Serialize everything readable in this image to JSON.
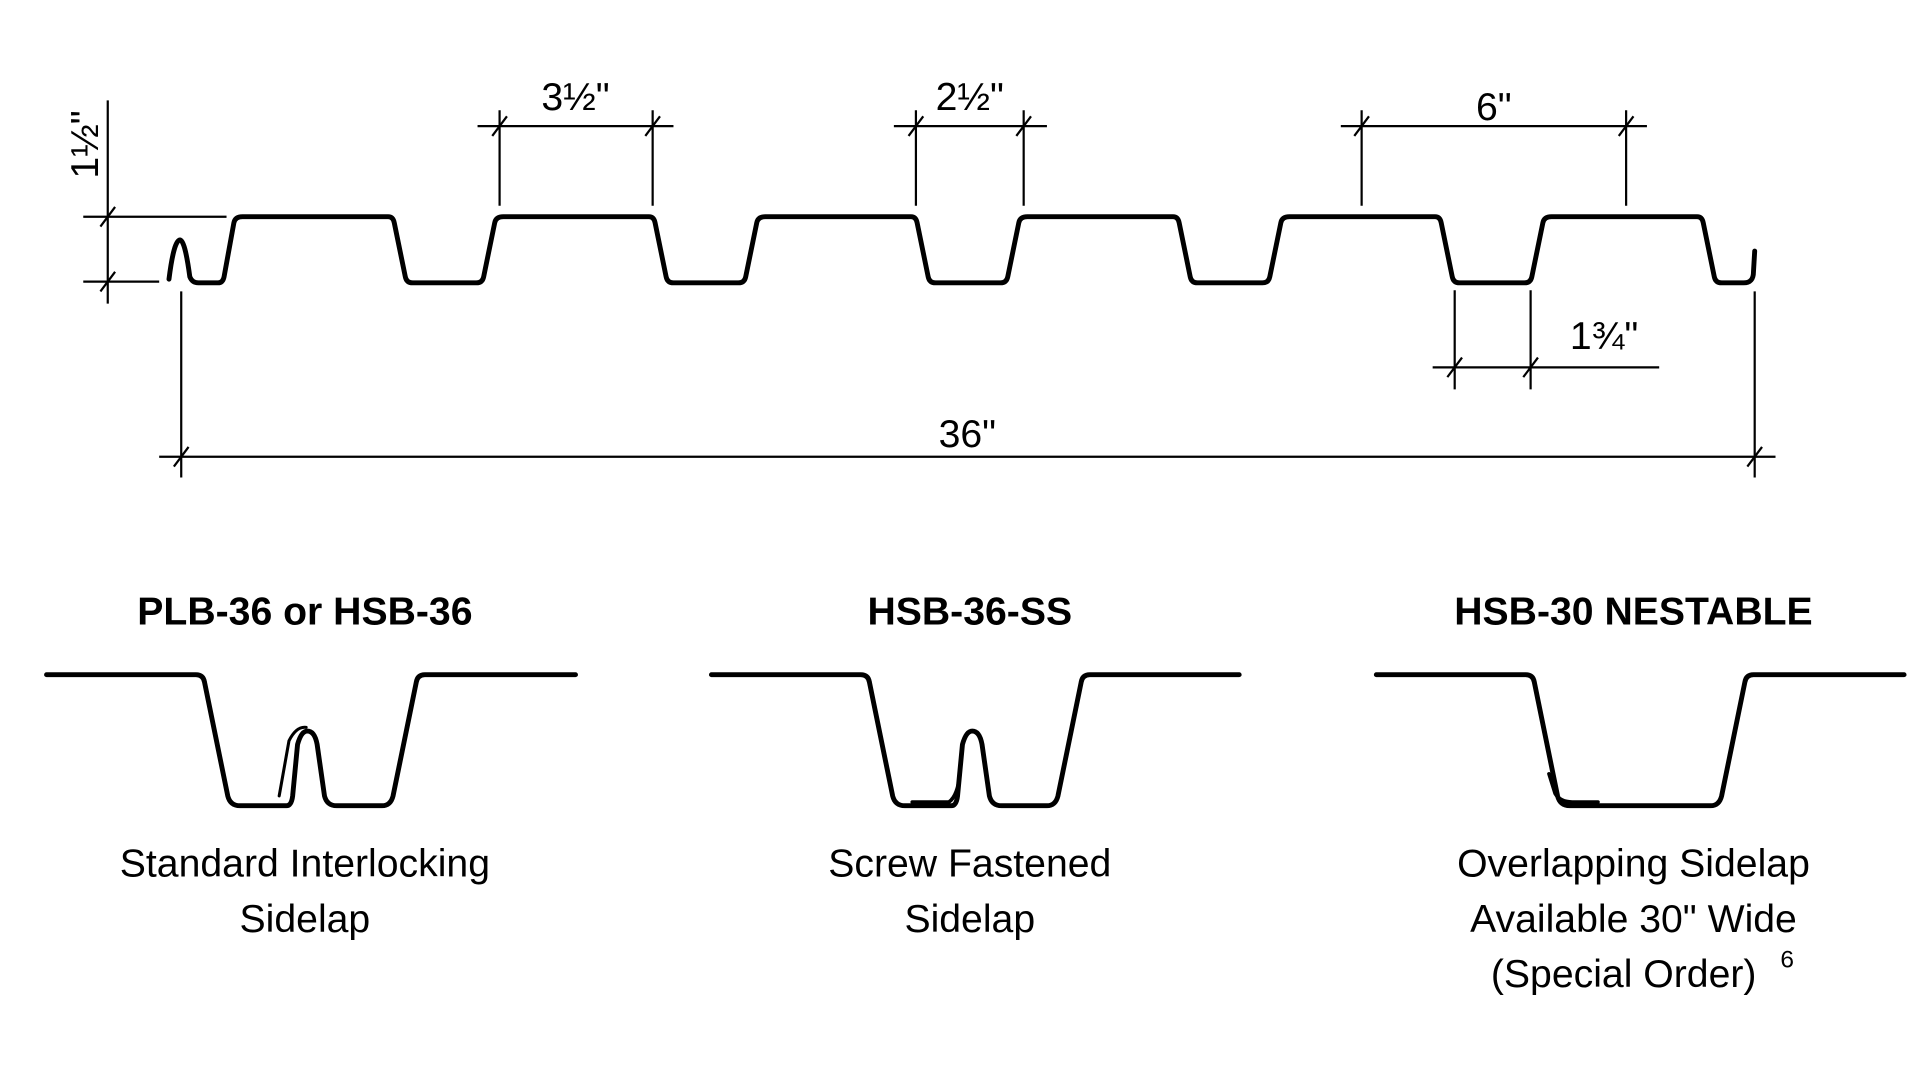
{
  "dimensions": {
    "height": "1½\"",
    "top_flange": "3½\"",
    "rib_opening": "2½\"",
    "pitch": "6\"",
    "bottom_flange": "1¾\"",
    "cover_width": "36\""
  },
  "sidelaps": [
    {
      "title": "PLB-36 or HSB-36",
      "caption": [
        "Standard Interlocking",
        "Sidelap"
      ]
    },
    {
      "title": "HSB-36-SS",
      "caption": [
        "Screw Fastened",
        "Sidelap"
      ]
    },
    {
      "title": "HSB-30 NESTABLE",
      "caption": [
        "Overlapping Sidelap",
        "Available 30\" Wide",
        "(Special Order)"
      ],
      "footnote": "6"
    }
  ]
}
